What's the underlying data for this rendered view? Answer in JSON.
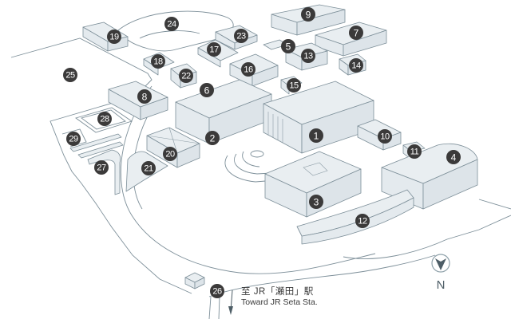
{
  "map": {
    "title": "Campus Map",
    "colors": {
      "marker": "#3b3a3a",
      "marker_text": "#ffffff",
      "building_fill": "#e9eef1",
      "outline": "#7d8f99",
      "compass": "#4e5e67"
    },
    "markers": [
      {
        "id": "1",
        "label": "1"
      },
      {
        "id": "2",
        "label": "2"
      },
      {
        "id": "3",
        "label": "3"
      },
      {
        "id": "4",
        "label": "4"
      },
      {
        "id": "5",
        "label": "5"
      },
      {
        "id": "6",
        "label": "6"
      },
      {
        "id": "7",
        "label": "7"
      },
      {
        "id": "8",
        "label": "8"
      },
      {
        "id": "9",
        "label": "9"
      },
      {
        "id": "10",
        "label": "10"
      },
      {
        "id": "11",
        "label": "11"
      },
      {
        "id": "12",
        "label": "12"
      },
      {
        "id": "13",
        "label": "13"
      },
      {
        "id": "14",
        "label": "14"
      },
      {
        "id": "15",
        "label": "15"
      },
      {
        "id": "16",
        "label": "16"
      },
      {
        "id": "17",
        "label": "17"
      },
      {
        "id": "18",
        "label": "18"
      },
      {
        "id": "19",
        "label": "19"
      },
      {
        "id": "20",
        "label": "20"
      },
      {
        "id": "21",
        "label": "21"
      },
      {
        "id": "22",
        "label": "22"
      },
      {
        "id": "23",
        "label": "23"
      },
      {
        "id": "24",
        "label": "24"
      },
      {
        "id": "25",
        "label": "25"
      },
      {
        "id": "26",
        "label": "26"
      },
      {
        "id": "27",
        "label": "27"
      },
      {
        "id": "28",
        "label": "28"
      },
      {
        "id": "29",
        "label": "29"
      }
    ],
    "direction": {
      "jp": "至 JR「瀬田」駅",
      "en": "Toward JR Seta Sta.",
      "arrow_icon": "arrow-down-icon"
    },
    "compass": {
      "label": "N",
      "icon": "north-arrow-icon"
    }
  }
}
